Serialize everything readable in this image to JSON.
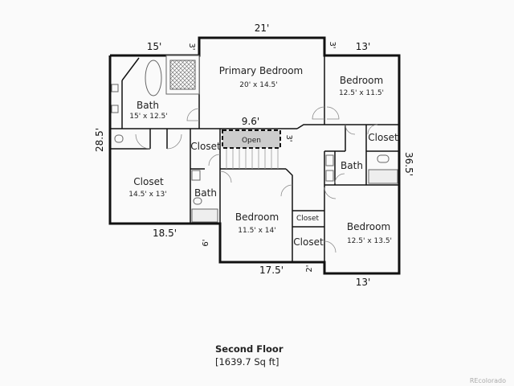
{
  "floor": {
    "title": "Second Floor",
    "area": "[1639.7 Sq ft]"
  },
  "rooms": {
    "primary_bedroom": {
      "name": "Primary Bedroom",
      "dims": "20' x 14.5'"
    },
    "primary_bath": {
      "name": "Bath",
      "dims": "15' x 12.5'"
    },
    "bedroom_ne": {
      "name": "Bedroom",
      "dims": "12.5' x 11.5'"
    },
    "closet_ne": {
      "name": "Closet"
    },
    "bath_east": {
      "name": "Bath"
    },
    "walk_in_closet": {
      "name": "Closet",
      "dims": "14.5' x 13'"
    },
    "closet_center": {
      "name": "Closet"
    },
    "bath_center": {
      "name": "Bath"
    },
    "open_area": {
      "name": "Open"
    },
    "bedroom_center": {
      "name": "Bedroom",
      "dims": "11.5' x 14'"
    },
    "closet_small": {
      "name": "Closet"
    },
    "closet_lower": {
      "name": "Closet"
    },
    "bedroom_se": {
      "name": "Bedroom",
      "dims": "12.5' x 13.5'"
    }
  },
  "dimensions": {
    "top_primary": "21'",
    "top_bath": "15'",
    "top_jog_left": "3'",
    "top_jog_right": "3'",
    "top_bedroom_ne": "13'",
    "left_height": "28.5'",
    "right_height": "36.5'",
    "stair_width": "9.6'",
    "stair_jog": "3'",
    "bottom_closet": "18.5'",
    "bottom_jog_left": "6'",
    "bottom_bedroom": "17.5'",
    "bottom_jog_right": "2'",
    "bottom_bedroom_se": "13'"
  },
  "credit": "REcolorado",
  "colors": {
    "wall": "#111111",
    "fixture": "#777777",
    "open_fill": "#cccccc",
    "background": "#fafafa"
  }
}
